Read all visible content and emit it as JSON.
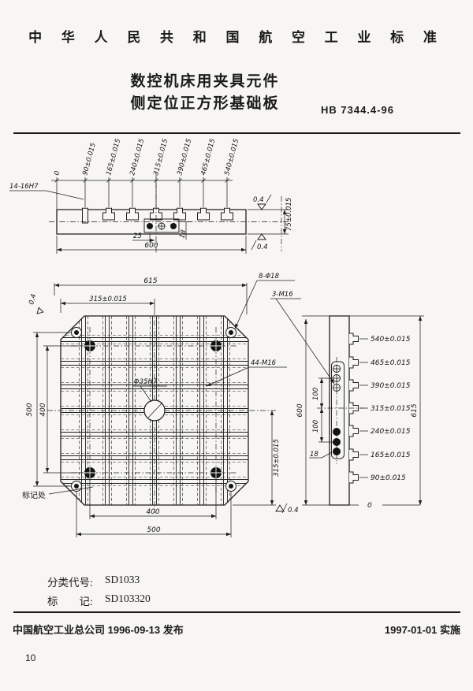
{
  "header": {
    "org_title": "中 华 人 民 共 和 国 航 空 工 业 标 准",
    "title_line1": "数控机床用夹具元件",
    "title_line2": "侧定位正方形基础板",
    "standard_number": "HB 7344.4-96"
  },
  "top_view": {
    "slot_label": "14-16H7",
    "positions": [
      "0",
      "90±0.015",
      "165±0.015",
      "240±0.015",
      "315±0.015",
      "390±0.015",
      "465±0.015",
      "540±0.015"
    ],
    "height_dim": "75±0.015",
    "surface_top": "0.4",
    "surface_bottom": "0.4",
    "pocket_offset": "25",
    "pocket_depth": "18",
    "width_dim": "600"
  },
  "plan_view": {
    "overall_width": "615",
    "slot_position": "315±0.015",
    "surface_left": "0.4",
    "corner_holes_label": "8-Φ18",
    "side_holes_label": "3-M16",
    "grid_holes_label": "44-M16",
    "center_hole_label": "Φ35H7",
    "outer_span": "500",
    "inner_span": "400",
    "right_dim": "315±0.015",
    "bottom_inner": "400",
    "bottom_outer": "500",
    "surface_bottom": "0.4",
    "mark_label": "标记处"
  },
  "side_view": {
    "positions": [
      "540±0.015",
      "465±0.015",
      "390±0.015",
      "315±0.015",
      "240±0.015",
      "165±0.015",
      "90±0.015",
      "0"
    ],
    "height_dim": "600",
    "overall_height": "615",
    "spacing_upper": "100",
    "spacing_lower": "100",
    "hole_offset": "18"
  },
  "classification": {
    "class_label": "分类代号:",
    "class_value": "SD1033",
    "mark_label": "标　　记:",
    "mark_value": "SD103320"
  },
  "footer": {
    "publisher": "中国航空工业总公司 1996-09-13 发布",
    "implementation": "1997-01-01 实施",
    "page_number": "10"
  }
}
